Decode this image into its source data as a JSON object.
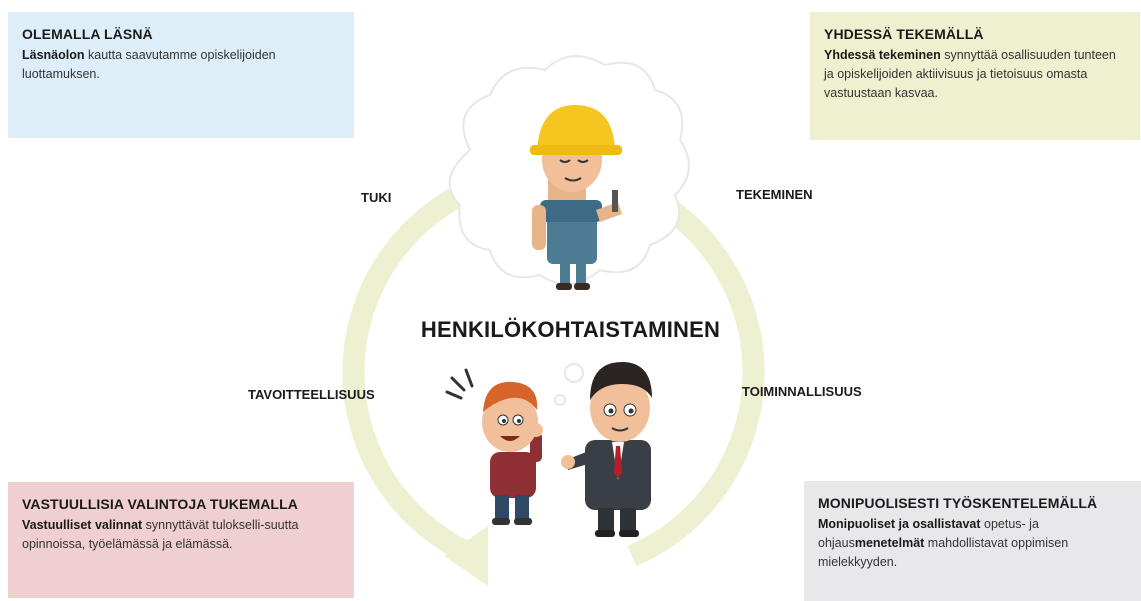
{
  "colors": {
    "blue_box": "#deeef9",
    "green_box": "#eff0d0",
    "red_box": "#efcfd0",
    "gray_box": "#e8e8ea",
    "cycle_arrow": "#eef0d2"
  },
  "boxes": {
    "top_left": {
      "title": "OLEMALLA LÄSNÄ",
      "bold": "Läsnäolon",
      "text": " kautta saavutamme opiskelijoiden luottamuksen."
    },
    "top_right": {
      "title": "YHDESSÄ TEKEMÄLLÄ",
      "bold": "Yhdessä tekeminen",
      "text": " synnyttää osallisuuden tunteen ja opiskelijoiden aktiivisuus ja tietoisuus omasta vastuustaan kasvaa."
    },
    "bottom_left": {
      "title": "VASTUULLISIA VALINTOJA TUKEMALLA",
      "bold": "Vastuulliset valinnat",
      "text": " synnyttävät tulokselli-suutta opinnoissa, työelämässä ja elämässä."
    },
    "bottom_right": {
      "title": "MONIPUOLISESTI TYÖSKENTELEMÄLLÄ",
      "bold": "Monipuoliset ja osallistavat",
      "text_mid": " opetus- ja ohjaus",
      "bold2": "menetelmät",
      "text_end": " mahdollistavat oppimisen mielekkyyden."
    }
  },
  "cycle_labels": {
    "tuki": "TUKI",
    "tekeminen": "TEKEMINEN",
    "tavoitteellisuus": "TAVOITTEELLISUUS",
    "toiminnallisuus": "TOIMINNALLISUUS"
  },
  "center_title": "HENKILÖKOHTAISTAMINEN",
  "illustrations": {
    "top": "construction-worker-illustration",
    "bottom_left": "student-illustration",
    "bottom_right": "teacher-illustration"
  }
}
